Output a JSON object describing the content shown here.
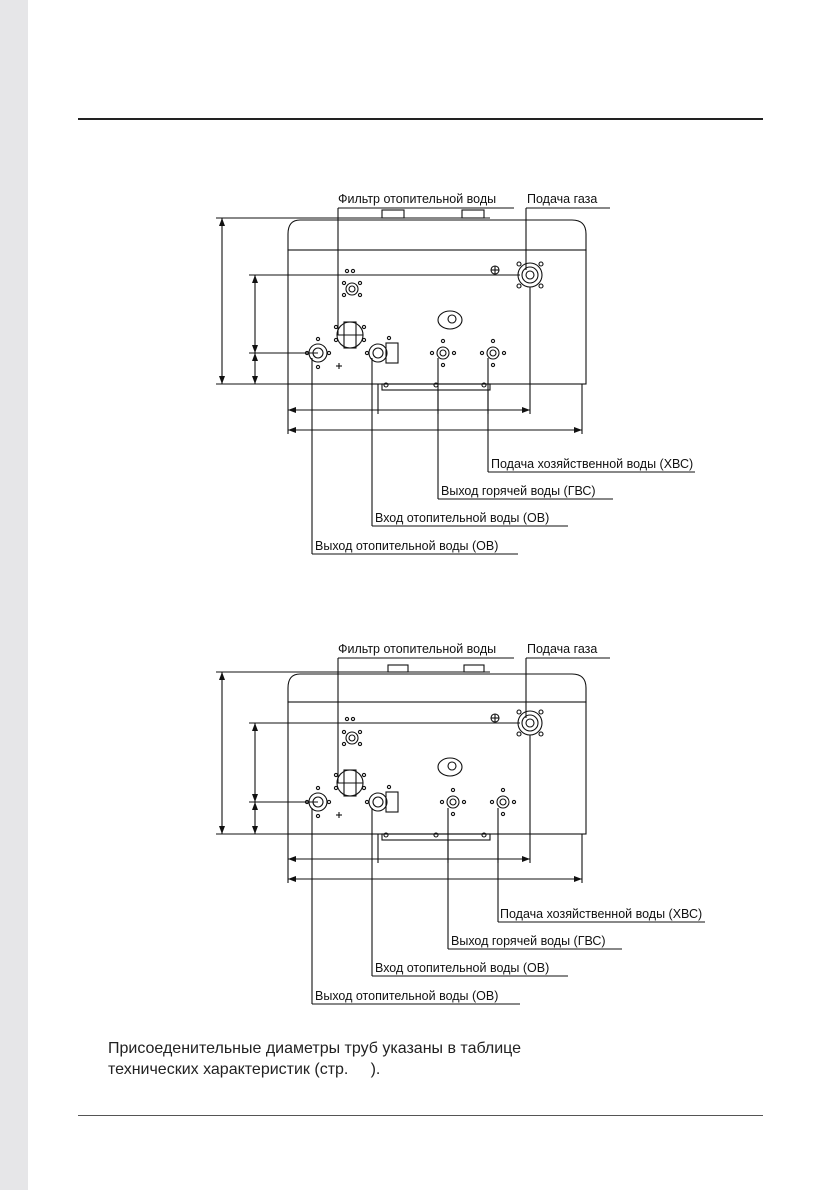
{
  "diagrams": [
    {
      "labels": {
        "filter": "Фильтр отопительной воды",
        "gas": "Подача газа",
        "cold_in": "Подача хозяйственной воды (ХВС)",
        "hot_out": "Выход горячей воды (ГВС)",
        "heating_in": "Вход отопительной воды (ОВ)",
        "heating_out": "Выход отопительной воды (ОВ)"
      }
    },
    {
      "labels": {
        "filter": "Фильтр отопительной воды",
        "gas": "Подача газа",
        "cold_in": "Подача хозяйственной воды (ХВС)",
        "hot_out": "Выход горячей воды (ГВС)",
        "heating_in": "Вход отопительной воды (ОВ)",
        "heating_out": "Выход отопительной воды (ОВ)"
      }
    }
  ],
  "note": {
    "line1": "Присоеденительные диаметры труб указаны в таблице",
    "line2": "технических характеристик (стр.     )."
  }
}
